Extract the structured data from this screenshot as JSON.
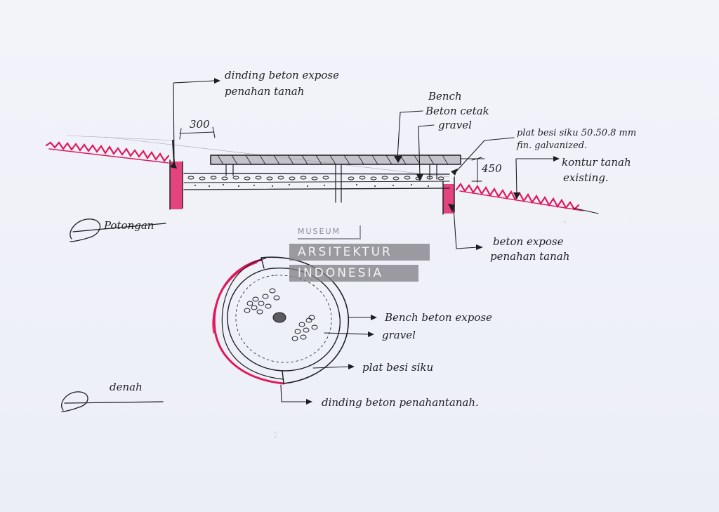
{
  "section": {
    "label": "Potongan",
    "dimension_top": "300",
    "dimension_side": "450",
    "annotations": {
      "retaining_wall_left": [
        "dinding beton expose",
        "penahan tanah"
      ],
      "bench": [
        "Bench",
        "Beton cetak"
      ],
      "gravel": "gravel",
      "plate": [
        "plat besi siku 50.50.8 mm",
        "fin. galvanized."
      ],
      "contour": [
        "kontur tanah",
        "existing."
      ],
      "retaining_wall_right": [
        "beton expose",
        "penahan tanah"
      ]
    }
  },
  "plan": {
    "label": "denah",
    "annotations": {
      "bench": "Bench beton expose",
      "gravel": "gravel",
      "plate": "plat besi siku",
      "retaining_wall": "dinding beton penahantanah."
    }
  },
  "watermark": {
    "line1": "MUSEUM",
    "line2": "ARSITEKTUR",
    "line3": "INDONESIA"
  },
  "colors": {
    "ink": "#1d1d22",
    "marker": "#e0185e",
    "paper": "#f0f2f9"
  }
}
